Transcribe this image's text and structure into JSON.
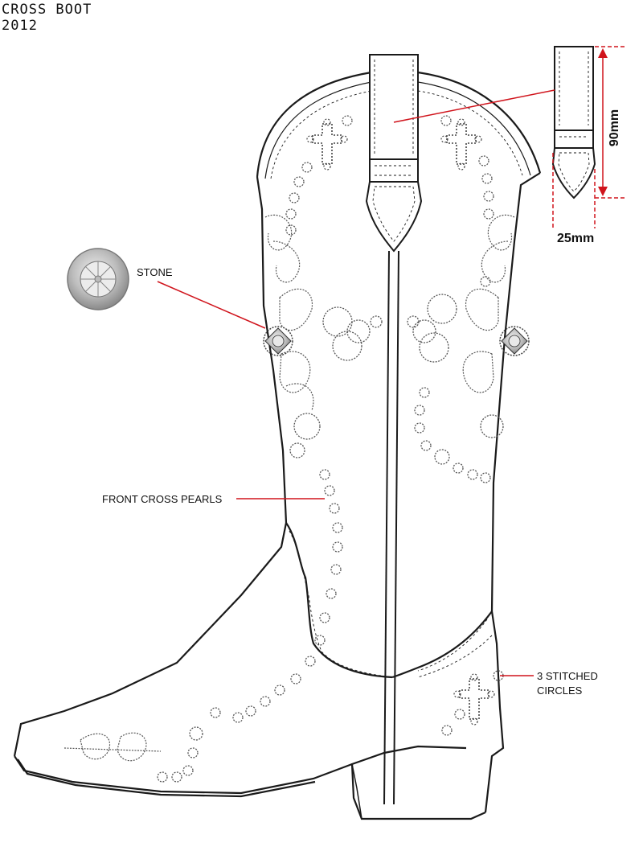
{
  "header": {
    "line1": "CROSS BOOT",
    "line2": "2012"
  },
  "callouts": {
    "stone": "STONE",
    "front_pearls": "FRONT CROSS PEARLS",
    "stitched_1": "3 STITCHED",
    "stitched_2": "CIRCLES"
  },
  "dimensions": {
    "height": "90mm",
    "width": "25mm"
  },
  "colors": {
    "line": "#1a1a1a",
    "callout": "#d0141c",
    "stitch": "#555555"
  }
}
